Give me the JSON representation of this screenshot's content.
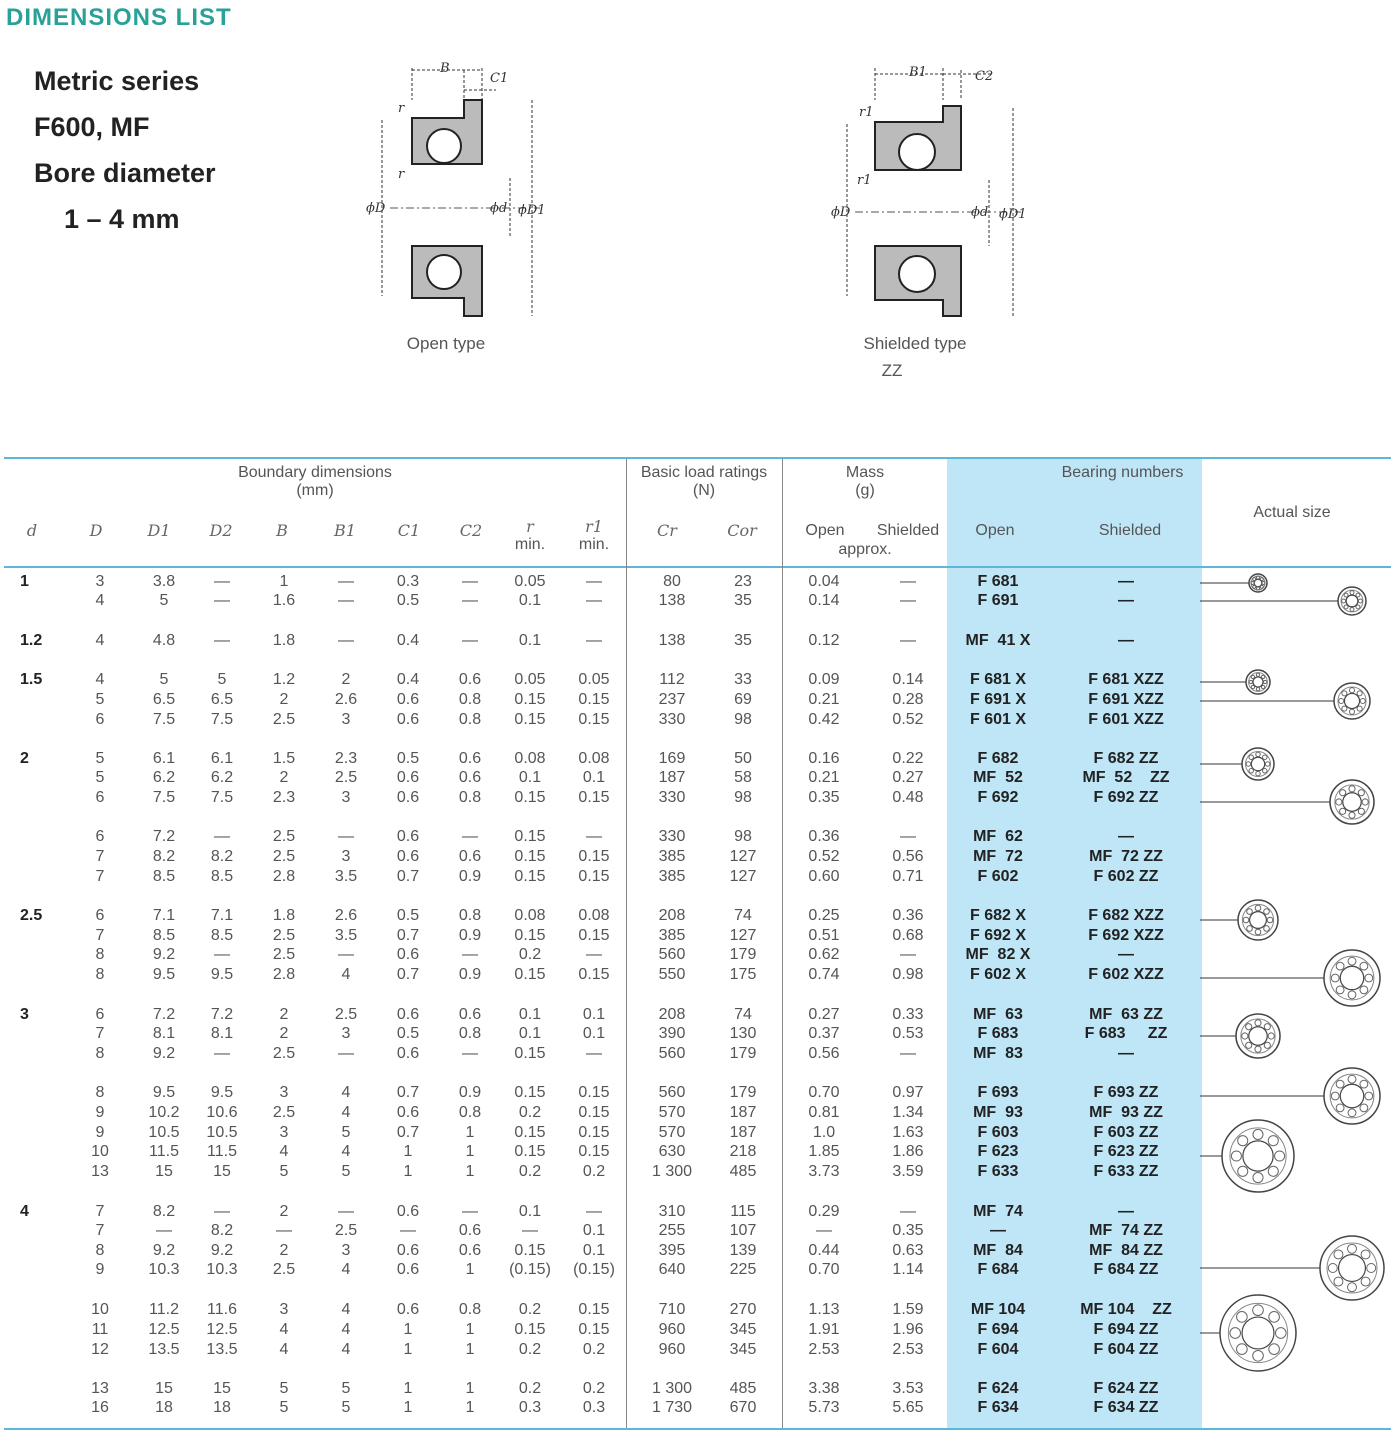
{
  "header": {
    "section_title": "DIMENSIONS LIST",
    "series_lines": [
      "Metric series",
      "F600, MF",
      "Bore diameter",
      "1 – 4 mm"
    ]
  },
  "diagrams": {
    "open_caption": "Open type",
    "shielded_caption": "Shielded type",
    "shielded_code": "ZZ",
    "labels": {
      "B": "B",
      "C1": "C1",
      "B1": "B1",
      "C2": "C2",
      "r": "r",
      "r1": "r1",
      "D": "ϕD",
      "d": "ϕd",
      "D1": "ϕD1"
    }
  },
  "table": {
    "group_headers": {
      "boundary": "Boundary dimensions",
      "boundary_unit": "(mm)",
      "load": "Basic load ratings",
      "load_unit": "(N)",
      "mass": "Mass",
      "mass_unit": "(g)",
      "bearing_numbers": "Bearing numbers",
      "actual_size": "Actual size"
    },
    "columns": {
      "d": "d",
      "D": "D",
      "D1": "D1",
      "D2": "D2",
      "B": "B",
      "B1": "B1",
      "C1": "C1",
      "C2": "C2",
      "r": "r",
      "r1": "r1",
      "min": "min.",
      "Cr": "Cr",
      "Cor": "Cor",
      "mass_open": "Open",
      "mass_shielded": "Shielded",
      "approx": "approx.",
      "bn_open": "Open",
      "bn_shielded": "Shielded"
    },
    "rows": [
      [
        "1",
        "3",
        "3.8",
        "—",
        "1",
        "—",
        "0.3",
        "—",
        "0.05",
        "—",
        "80",
        "23",
        "0.04",
        "—",
        "F 681",
        "—"
      ],
      [
        "",
        "4",
        "5",
        "—",
        "1.6",
        "—",
        "0.5",
        "—",
        "0.1",
        "—",
        "138",
        "35",
        "0.14",
        "—",
        "F 691",
        "—"
      ],
      [
        "1.2",
        "4",
        "4.8",
        "—",
        "1.8",
        "—",
        "0.4",
        "—",
        "0.1",
        "—",
        "138",
        "35",
        "0.12",
        "—",
        "MF  41 X",
        "—"
      ],
      [
        "1.5",
        "4",
        "5",
        "5",
        "1.2",
        "2",
        "0.4",
        "0.6",
        "0.05",
        "0.05",
        "112",
        "33",
        "0.09",
        "0.14",
        "F 681 X",
        "F 681 XZZ"
      ],
      [
        "",
        "5",
        "6.5",
        "6.5",
        "2",
        "2.6",
        "0.6",
        "0.8",
        "0.15",
        "0.15",
        "237",
        "69",
        "0.21",
        "0.28",
        "F 691 X",
        "F 691 XZZ"
      ],
      [
        "",
        "6",
        "7.5",
        "7.5",
        "2.5",
        "3",
        "0.6",
        "0.8",
        "0.15",
        "0.15",
        "330",
        "98",
        "0.42",
        "0.52",
        "F 601 X",
        "F 601 XZZ"
      ],
      [
        "2",
        "5",
        "6.1",
        "6.1",
        "1.5",
        "2.3",
        "0.5",
        "0.6",
        "0.08",
        "0.08",
        "169",
        "50",
        "0.16",
        "0.22",
        "F 682",
        "F 682 ZZ"
      ],
      [
        "",
        "5",
        "6.2",
        "6.2",
        "2",
        "2.5",
        "0.6",
        "0.6",
        "0.1",
        "0.1",
        "187",
        "58",
        "0.21",
        "0.27",
        "MF  52",
        "MF  52    ZZ"
      ],
      [
        "",
        "6",
        "7.5",
        "7.5",
        "2.3",
        "3",
        "0.6",
        "0.8",
        "0.15",
        "0.15",
        "330",
        "98",
        "0.35",
        "0.48",
        "F 692",
        "F 692 ZZ"
      ],
      [
        "",
        "6",
        "7.2",
        "—",
        "2.5",
        "—",
        "0.6",
        "—",
        "0.15",
        "—",
        "330",
        "98",
        "0.36",
        "—",
        "MF  62",
        "—"
      ],
      [
        "",
        "7",
        "8.2",
        "8.2",
        "2.5",
        "3",
        "0.6",
        "0.6",
        "0.15",
        "0.15",
        "385",
        "127",
        "0.52",
        "0.56",
        "MF  72",
        "MF  72 ZZ"
      ],
      [
        "",
        "7",
        "8.5",
        "8.5",
        "2.8",
        "3.5",
        "0.7",
        "0.9",
        "0.15",
        "0.15",
        "385",
        "127",
        "0.60",
        "0.71",
        "F 602",
        "F 602 ZZ"
      ],
      [
        "2.5",
        "6",
        "7.1",
        "7.1",
        "1.8",
        "2.6",
        "0.5",
        "0.8",
        "0.08",
        "0.08",
        "208",
        "74",
        "0.25",
        "0.36",
        "F 682 X",
        "F 682 XZZ"
      ],
      [
        "",
        "7",
        "8.5",
        "8.5",
        "2.5",
        "3.5",
        "0.7",
        "0.9",
        "0.15",
        "0.15",
        "385",
        "127",
        "0.51",
        "0.68",
        "F 692 X",
        "F 692 XZZ"
      ],
      [
        "",
        "8",
        "9.2",
        "—",
        "2.5",
        "—",
        "0.6",
        "—",
        "0.2",
        "—",
        "560",
        "179",
        "0.62",
        "—",
        "MF  82 X",
        "—"
      ],
      [
        "",
        "8",
        "9.5",
        "9.5",
        "2.8",
        "4",
        "0.7",
        "0.9",
        "0.15",
        "0.15",
        "550",
        "175",
        "0.74",
        "0.98",
        "F 602 X",
        "F 602 XZZ"
      ],
      [
        "3",
        "6",
        "7.2",
        "7.2",
        "2",
        "2.5",
        "0.6",
        "0.6",
        "0.1",
        "0.1",
        "208",
        "74",
        "0.27",
        "0.33",
        "MF  63",
        "MF  63 ZZ"
      ],
      [
        "",
        "7",
        "8.1",
        "8.1",
        "2",
        "3",
        "0.5",
        "0.8",
        "0.1",
        "0.1",
        "390",
        "130",
        "0.37",
        "0.53",
        "F 683",
        "F 683     ZZ"
      ],
      [
        "",
        "8",
        "9.2",
        "—",
        "2.5",
        "—",
        "0.6",
        "—",
        "0.15",
        "—",
        "560",
        "179",
        "0.56",
        "—",
        "MF  83",
        "—"
      ],
      [
        "",
        "8",
        "9.5",
        "9.5",
        "3",
        "4",
        "0.7",
        "0.9",
        "0.15",
        "0.15",
        "560",
        "179",
        "0.70",
        "0.97",
        "F 693",
        "F 693 ZZ"
      ],
      [
        "",
        "9",
        "10.2",
        "10.6",
        "2.5",
        "4",
        "0.6",
        "0.8",
        "0.2",
        "0.15",
        "570",
        "187",
        "0.81",
        "1.34",
        "MF  93",
        "MF  93 ZZ"
      ],
      [
        "",
        "9",
        "10.5",
        "10.5",
        "3",
        "5",
        "0.7",
        "1",
        "0.15",
        "0.15",
        "570",
        "187",
        "1.0",
        "1.63",
        "F 603",
        "F 603 ZZ"
      ],
      [
        "",
        "10",
        "11.5",
        "11.5",
        "4",
        "4",
        "1",
        "1",
        "0.15",
        "0.15",
        "630",
        "218",
        "1.85",
        "1.86",
        "F 623",
        "F 623 ZZ"
      ],
      [
        "",
        "13",
        "15",
        "15",
        "5",
        "5",
        "1",
        "1",
        "0.2",
        "0.2",
        "1 300",
        "485",
        "3.73",
        "3.59",
        "F 633",
        "F 633 ZZ"
      ],
      [
        "4",
        "7",
        "8.2",
        "—",
        "2",
        "—",
        "0.6",
        "—",
        "0.1",
        "—",
        "310",
        "115",
        "0.29",
        "—",
        "MF  74",
        "—"
      ],
      [
        "",
        "7",
        "—",
        "8.2",
        "—",
        "2.5",
        "—",
        "0.6",
        "—",
        "0.1",
        "255",
        "107",
        "—",
        "0.35",
        "—",
        "MF  74 ZZ"
      ],
      [
        "",
        "8",
        "9.2",
        "9.2",
        "2",
        "3",
        "0.6",
        "0.6",
        "0.15",
        "0.1",
        "395",
        "139",
        "0.44",
        "0.63",
        "MF  84",
        "MF  84 ZZ"
      ],
      [
        "",
        "9",
        "10.3",
        "10.3",
        "2.5",
        "4",
        "0.6",
        "1",
        "(0.15)",
        "(0.15)",
        "640",
        "225",
        "0.70",
        "1.14",
        "F 684",
        "F 684 ZZ"
      ],
      [
        "",
        "10",
        "11.2",
        "11.6",
        "3",
        "4",
        "0.6",
        "0.8",
        "0.2",
        "0.15",
        "710",
        "270",
        "1.13",
        "1.59",
        "MF 104",
        "MF 104    ZZ"
      ],
      [
        "",
        "11",
        "12.5",
        "12.5",
        "4",
        "4",
        "1",
        "1",
        "0.15",
        "0.15",
        "960",
        "345",
        "1.91",
        "1.96",
        "F 694",
        "F 694 ZZ"
      ],
      [
        "",
        "12",
        "13.5",
        "13.5",
        "4",
        "4",
        "1",
        "1",
        "0.2",
        "0.2",
        "960",
        "345",
        "2.53",
        "2.53",
        "F 604",
        "F 604 ZZ"
      ],
      [
        "",
        "13",
        "15",
        "15",
        "5",
        "5",
        "1",
        "1",
        "0.2",
        "0.2",
        "1 300",
        "485",
        "3.38",
        "3.53",
        "F 624",
        "F 624 ZZ"
      ],
      [
        "",
        "16",
        "18",
        "18",
        "5",
        "5",
        "1",
        "1",
        "0.3",
        "0.3",
        "1 730",
        "670",
        "5.73",
        "5.65",
        "F 634",
        "F 634 ZZ"
      ]
    ]
  }
}
